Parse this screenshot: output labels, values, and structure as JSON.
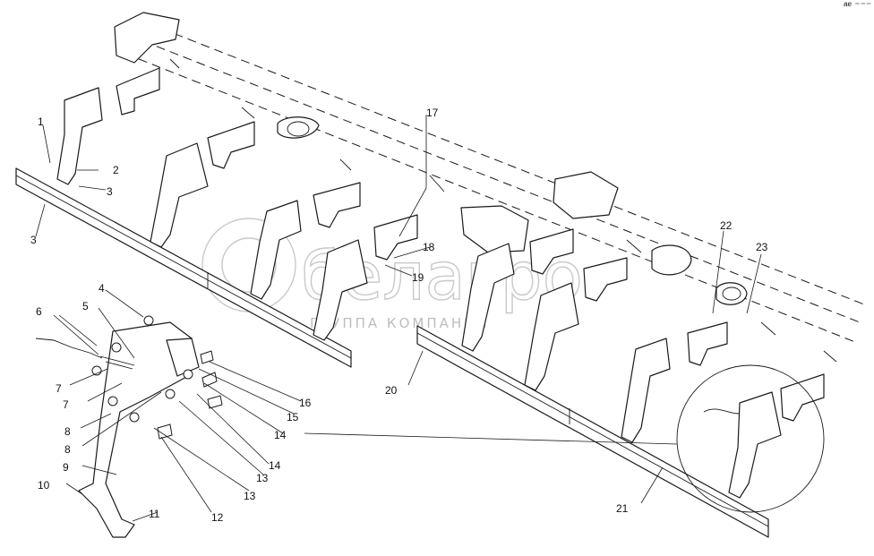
{
  "watermark": {
    "logo": "белагро",
    "subtitle": "ГРУППА КОМПАНИЙ"
  },
  "corner_mark": "ᵃᵉ ⁻⁻⁻",
  "callouts": [
    "1",
    "2",
    "3",
    "3",
    "4",
    "5",
    "6",
    "7",
    "7",
    "8",
    "8",
    "9",
    "10",
    "11",
    "12",
    "13",
    "13",
    "14",
    "14",
    "15",
    "16",
    "17",
    "18",
    "19",
    "20",
    "21",
    "22",
    "23"
  ]
}
